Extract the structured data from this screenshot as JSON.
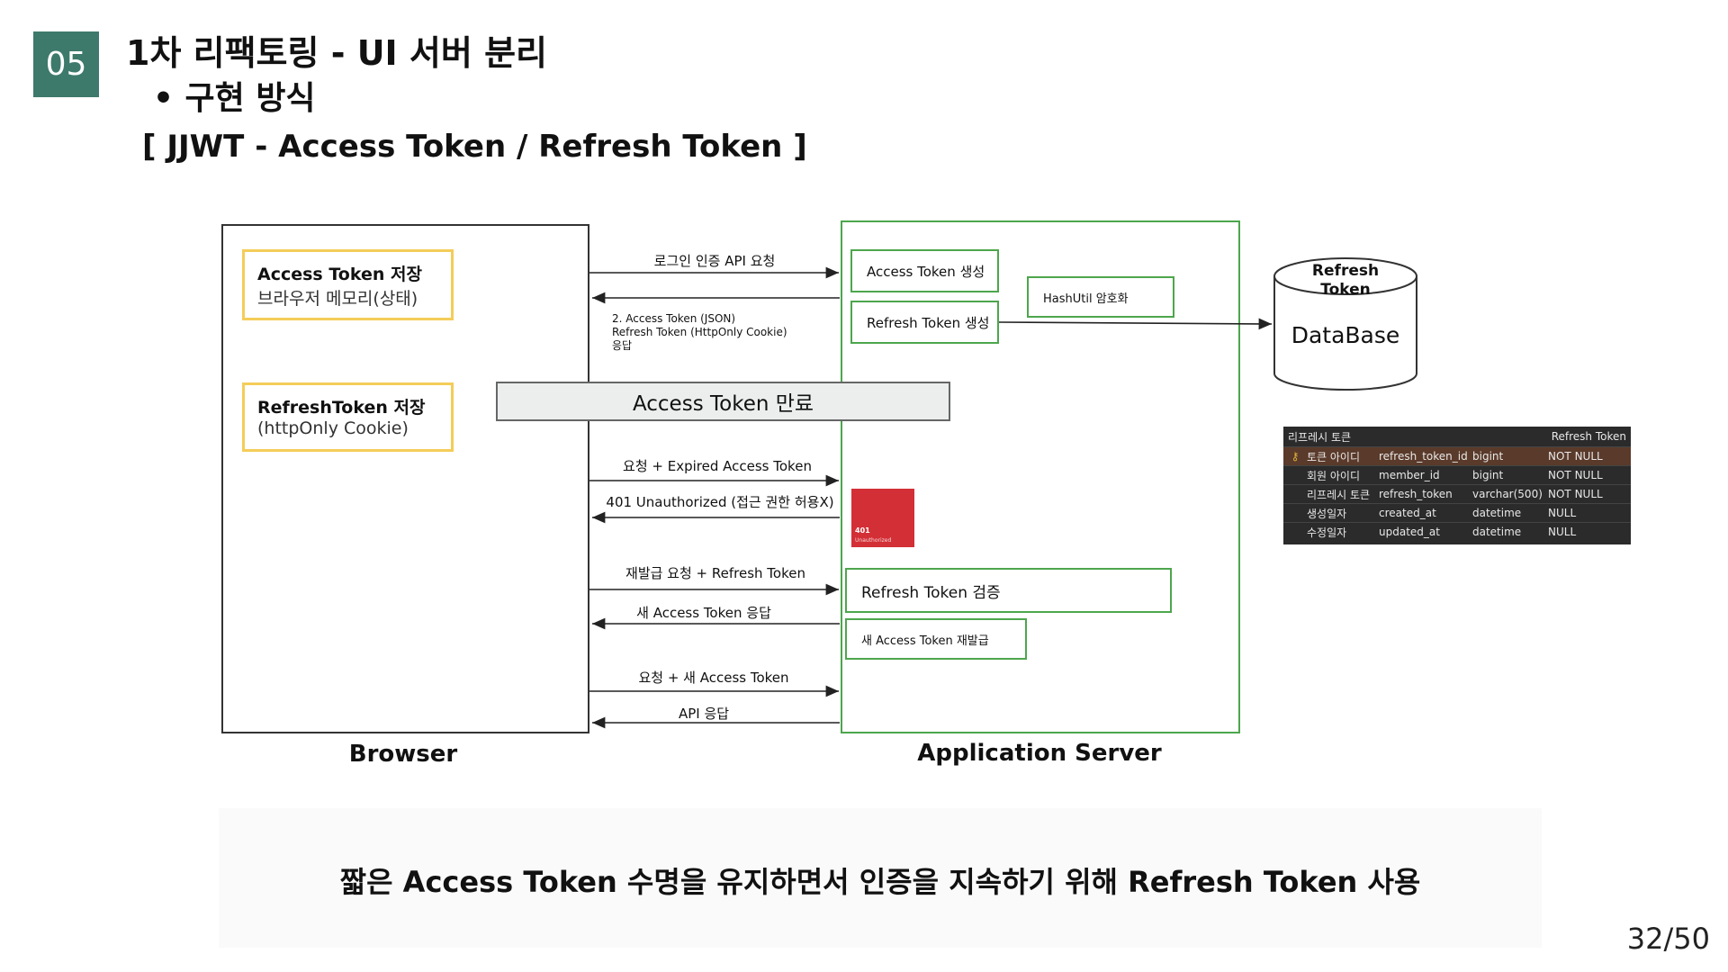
{
  "slide": {
    "number": "05",
    "title": "1차 리팩토링 - UI 서버 분리",
    "bullet": "• 구현 방식",
    "section": "[ JJWT - Access Token / Refresh Token ]",
    "page": "32/50"
  },
  "browser": {
    "label": "Browser",
    "access_box": {
      "title": "Access Token 저장",
      "sub": "브라우저 메모리(상태)"
    },
    "refresh_box": {
      "title": "RefreshToken 저장",
      "sub": "(httpOnly Cookie)"
    }
  },
  "server": {
    "label": "Application Server",
    "access_gen": "Access Token 생성",
    "refresh_gen": "Refresh Token 생성",
    "hashutil": "HashUtil 암호화",
    "refresh_verify": "Refresh Token 검증",
    "new_access": "새 Access Token 재발급",
    "red_box": {
      "code": "401",
      "text": "Unauthorized"
    }
  },
  "arrows": {
    "login": "로그인 인증 API 요청",
    "response_lines": [
      "2. Access Token (JSON)",
      "Refresh Token (HttpOnly Cookie)",
      "응답"
    ],
    "expired_req": "요청 + Expired Access Token",
    "unauthorized": "401 Unauthorized (접근 권한 허용X)",
    "reissue_req": "재발급 요청 + Refresh Token",
    "new_token_resp": "새 Access Token 응답",
    "new_req": "요청 + 새 Access Token",
    "api_resp": "API 응답"
  },
  "expiry_banner": "Access Token 만료",
  "database": {
    "top": [
      "Refresh",
      "Token"
    ],
    "name": "DataBase"
  },
  "table": {
    "title_left": "리프레시 토큰",
    "title_right": "Refresh Token",
    "key_icon": "key-icon",
    "rows": [
      {
        "name": "토큰 아이디",
        "column": "refresh_token_id",
        "type": "bigint",
        "null": "NOT NULL",
        "pk": true
      },
      {
        "name": "회원 아이디",
        "column": "member_id",
        "type": "bigint",
        "null": "NOT NULL",
        "pk": false
      },
      {
        "name": "리프레시 토큰",
        "column": "refresh_token",
        "type": "varchar(500)",
        "null": "NOT NULL",
        "pk": false
      },
      {
        "name": "생성일자",
        "column": "created_at",
        "type": "datetime",
        "null": "NULL",
        "pk": false
      },
      {
        "name": "수정일자",
        "column": "updated_at",
        "type": "datetime",
        "null": "NULL",
        "pk": false
      }
    ]
  },
  "footer": "짧은 Access Token 수명을 유지하면서 인증을 지속하기 위해 Refresh Token 사용",
  "colors": {
    "accent": "#3d7a6b",
    "box_green": "#4da64d",
    "box_yellow": "#f4cd59",
    "red": "#d32f36"
  }
}
